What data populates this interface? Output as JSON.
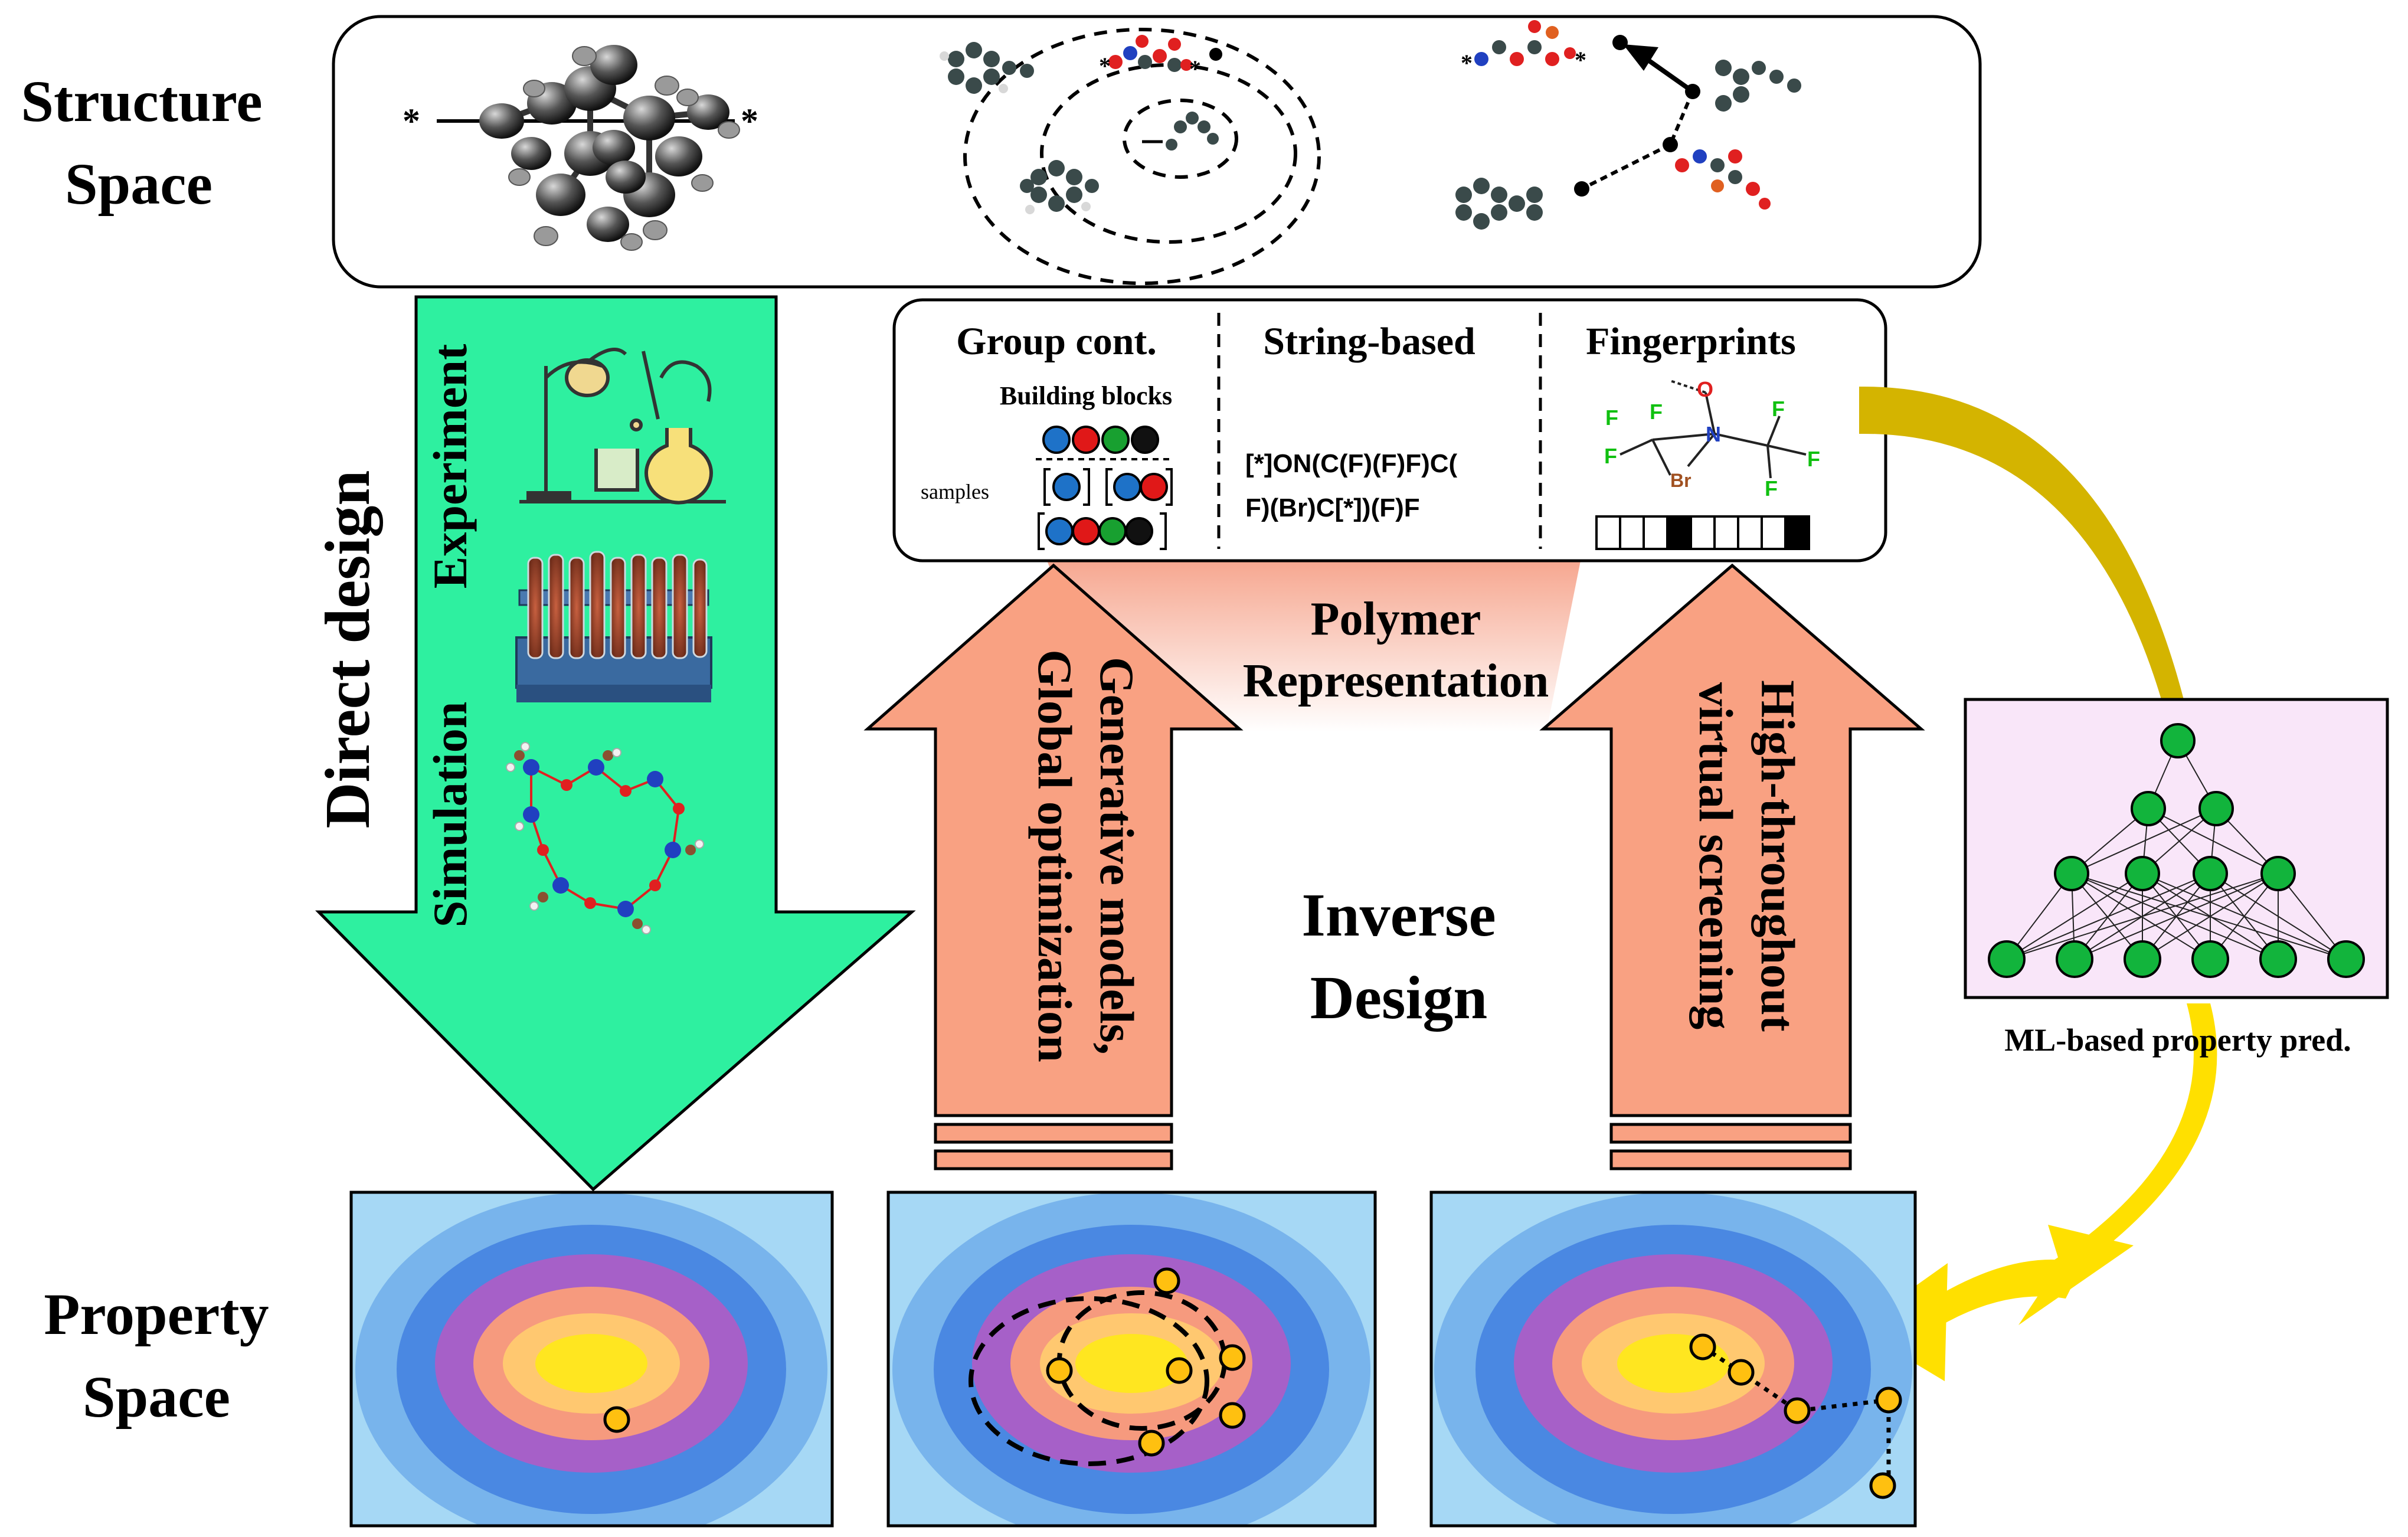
{
  "structure_space": {
    "line1": "Structure",
    "line2": "Space"
  },
  "property_space": {
    "line1": "Property",
    "line2": "Space"
  },
  "direct_design": "Direct design",
  "simulation": "Simulation",
  "experiment": "Experiment",
  "representation": {
    "group_cont": "Group  cont.",
    "building_blocks": "Building blocks",
    "samples": "samples",
    "string_based": "String-based",
    "smiles_line1": "[*]ON(C(F)(F)F)C(",
    "smiles_line2": "F)(Br)C[*])(F)F",
    "fingerprints": "Fingerprints",
    "atom_f": "F",
    "atom_o": "O",
    "atom_n": "N",
    "atom_br": "Br"
  },
  "polymer_representation": {
    "line1": "Polymer",
    "line2": "Representation"
  },
  "generative": {
    "line1": "Generative models,",
    "line2": "Global optimization"
  },
  "inverse_design": {
    "line1": "Inverse",
    "line2": "Design"
  },
  "htvs": {
    "line1": "High-throughout",
    "line2": "virtual screening"
  },
  "ml_label": "ML-based property pred.",
  "star": "*",
  "colors": {
    "green_arrow": "#2ef0a0",
    "salmon_arrow": "#f9a182",
    "gold_arrow": "#d4b400",
    "nn_bg": "#f9e6f9",
    "nn_node": "#12b43c",
    "contour": [
      "#a6d8f5",
      "#78b4ec",
      "#4a88e2",
      "#a660c8",
      "#f69a7e",
      "#ffc870",
      "#ffe620"
    ]
  }
}
